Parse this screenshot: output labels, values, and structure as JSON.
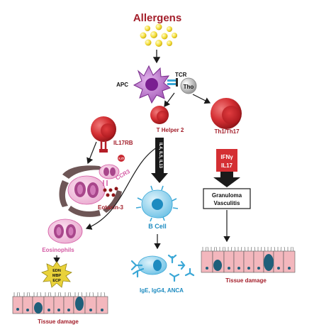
{
  "title": "Allergens",
  "labels": {
    "apc": "APC",
    "tcr": "TCR",
    "tho": "Tho",
    "t_helper_2": "T Helper 2",
    "th1_th17": "Th1/Th17",
    "il17rb": "IL17RB",
    "il25": "IL25",
    "ccr3": "CCR3",
    "eotaxin3": "Eotaxin-3",
    "eosinophils": "Eosinophils",
    "granules": [
      "EDN",
      "MBP",
      "ECP"
    ],
    "cytokines_th2": "IL4, IL5, IL13",
    "cytokines_th1": [
      "IFNγ",
      "IL17"
    ],
    "b_cell": "B Cell",
    "antibodies": "IgE, IgG4, ANCA",
    "granuloma": "Granuloma",
    "vasculitis": "Vasculitis",
    "tissue_damage_left": "Tissue damage",
    "tissue_damage_right": "Tissue damage"
  },
  "colors": {
    "title_red": "#a31e2a",
    "red_cell": "#d42f33",
    "purple_apc": "#8d3aa0",
    "pink_eos": "#d45aa3",
    "b_cell_blue": "#3aa7d6",
    "label_blue": "#1d8bc0",
    "grey_cell": "#9a9a9a",
    "dark_arrow": "#1a1a1a",
    "tissue_pink": "#f3b7bd",
    "tissue_teal": "#1f5f7a"
  }
}
